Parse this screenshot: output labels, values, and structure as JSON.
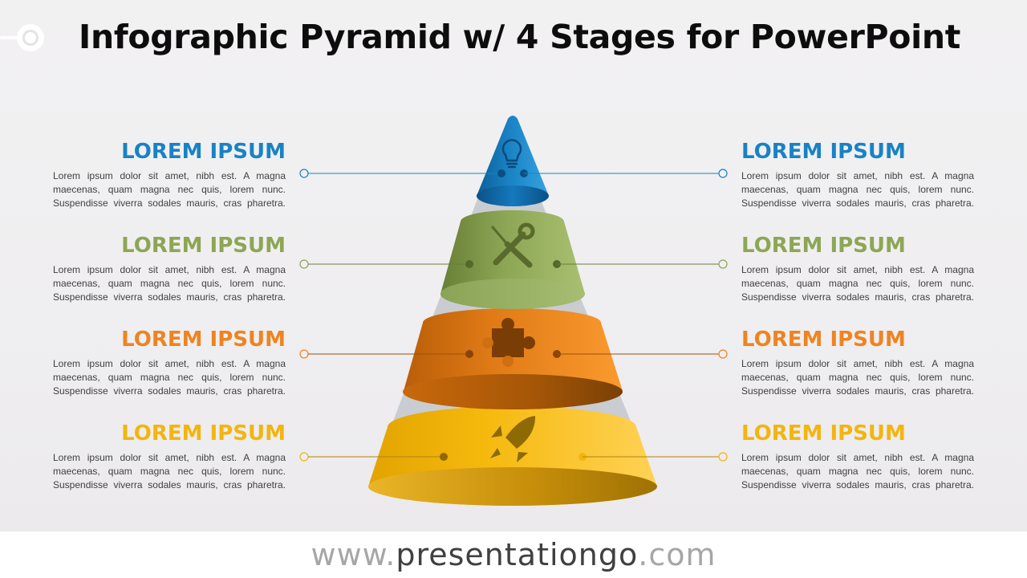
{
  "header": {
    "title": "Infographic Pyramid w/ 4 Stages for PowerPoint"
  },
  "footer": {
    "prefix": "www.",
    "domain": "presentationgo",
    "suffix": ".com"
  },
  "colors": {
    "stage_1": "#1a82c4",
    "stage_2": "#8da656",
    "stage_3": "#ee8421",
    "stage_4": "#f3b50e"
  },
  "stages": [
    {
      "icon": "lightbulb-icon",
      "left": {
        "heading": "LOREM IPSUM",
        "body": "Lorem ipsum dolor sit amet, nibh est. A magna maecenas, quam magna nec quis, lorem nunc. Suspendisse viverra sodales mauris, cras pharetra."
      },
      "right": {
        "heading": "LOREM IPSUM",
        "body": "Lorem ipsum dolor sit amet, nibh est. A magna maecenas, quam magna nec quis, lorem nunc. Suspendisse viverra sodales mauris, cras pharetra."
      }
    },
    {
      "icon": "tools-icon",
      "left": {
        "heading": "LOREM IPSUM",
        "body": "Lorem ipsum dolor sit amet, nibh est. A magna maecenas, quam magna nec quis, lorem nunc. Suspendisse viverra sodales mauris, cras pharetra."
      },
      "right": {
        "heading": "LOREM IPSUM",
        "body": "Lorem ipsum dolor sit amet, nibh est. A magna maecenas, quam magna nec quis, lorem nunc. Suspendisse viverra sodales mauris, cras pharetra."
      }
    },
    {
      "icon": "puzzle-piece-icon",
      "left": {
        "heading": "LOREM IPSUM",
        "body": "Lorem ipsum dolor sit amet, nibh est. A magna maecenas, quam magna nec quis, lorem nunc. Suspendisse viverra sodales mauris, cras pharetra."
      },
      "right": {
        "heading": "LOREM IPSUM",
        "body": "Lorem ipsum dolor sit amet, nibh est. A magna maecenas, quam magna nec quis, lorem nunc. Suspendisse viverra sodales mauris, cras pharetra."
      }
    },
    {
      "icon": "rocket-icon",
      "left": {
        "heading": "LOREM IPSUM",
        "body": "Lorem ipsum dolor sit amet, nibh est. A magna maecenas, quam magna nec quis, lorem nunc. Suspendisse viverra sodales mauris, cras pharetra."
      },
      "right": {
        "heading": "LOREM IPSUM",
        "body": "Lorem ipsum dolor sit amet, nibh est. A magna maecenas, quam magna nec quis, lorem nunc. Suspendisse viverra sodales mauris, cras pharetra."
      }
    }
  ]
}
